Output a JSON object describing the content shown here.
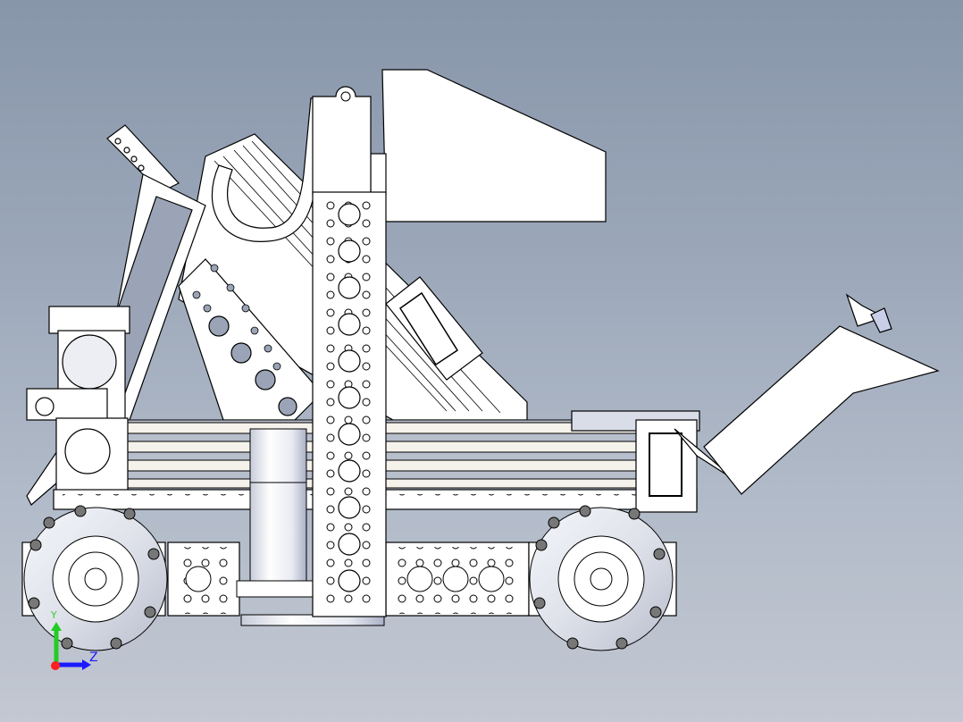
{
  "viewport": {
    "background_top": "#8896aa",
    "background_bottom": "#c3c8d2",
    "model_name": "robot-assembly-side-view"
  },
  "triad": {
    "x_label": "",
    "y_label": "Y",
    "z_label": "Z",
    "colors": {
      "x": "#ff2020",
      "y": "#22cc22",
      "z": "#1a1aff"
    }
  },
  "parts": {
    "hopper_plate": "hopper",
    "front_intake": "intake",
    "vertical_channel": "channel",
    "motor": "motor",
    "left_wheel": "mecanum-wheel-rear",
    "right_wheel": "mecanum-wheel-front",
    "control_hub_front": "hub-front",
    "control_hub_tilted": "hub-tilted"
  }
}
